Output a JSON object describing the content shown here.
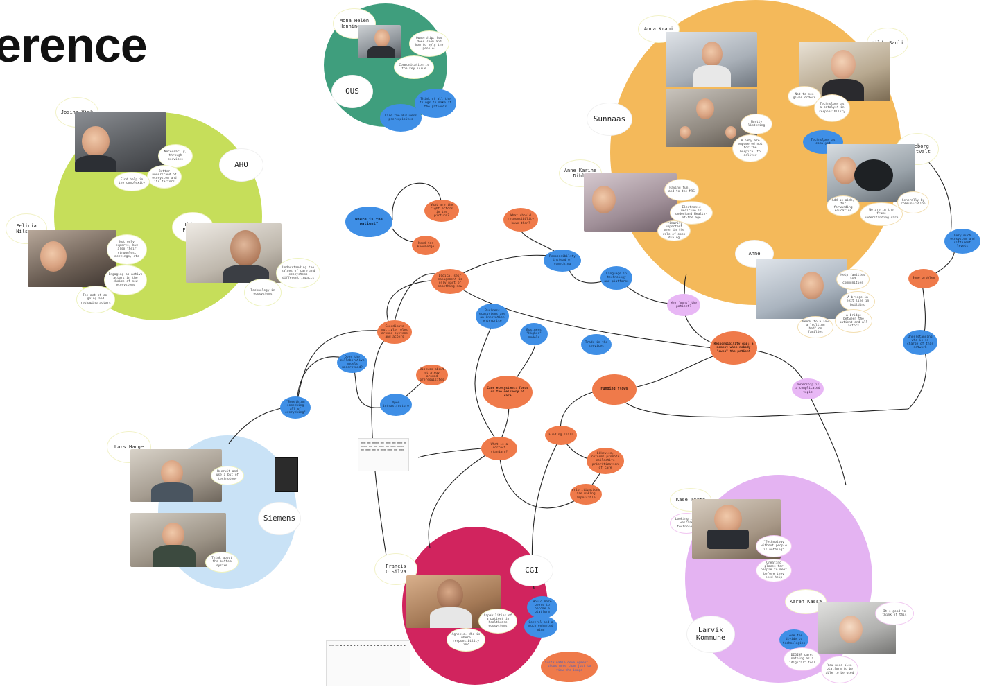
{
  "page": {
    "title": "erence"
  },
  "orgs": {
    "aho": "AHO",
    "ous": "OUS",
    "sunnaas": "Sunnaas",
    "siemens": "Siemens",
    "cgi": "CGI",
    "larvik_line1": "Larvik",
    "larvik_line2": "Kommune"
  },
  "people": {
    "josina": "Josina Vink",
    "felicia": "Felicia Nilsson",
    "thiago": "Thiago Freitas",
    "mona": "Mona Helén Hanningsen",
    "anna": "Anna Krabi",
    "hilde": "Hilde Sauli",
    "ingeborg": "Ingeborg Frestvalt",
    "anne_karine": "Anne Karine Dihle",
    "anne": "Anne",
    "lars": "Lars Hauge",
    "francis": "Francis O'Silva",
    "kase": "Kase Torte",
    "karen": "Karen Kassa"
  },
  "central": {
    "where_patient": "Where is the patient?",
    "care_ecosystems": "Care ecosystems: focus on the delivery of care",
    "funding_flows": "Funding flows",
    "responsibility_gap": "Responsibility gap: a moment when nobody \"owns\" the patient",
    "who_owns": "Who 'owns' the patient?"
  },
  "colors": {
    "aho": "#c6de5a",
    "ous": "#3f9e7d",
    "sunnaas": "#f4b95a",
    "siemens": "#c9e2f6",
    "cgi": "#d1245e",
    "larvik": "#e4b3f2",
    "orange_node": "#ef7a4a",
    "blue_node": "#3f8fe6",
    "pink_node": "#e8b7f5"
  }
}
